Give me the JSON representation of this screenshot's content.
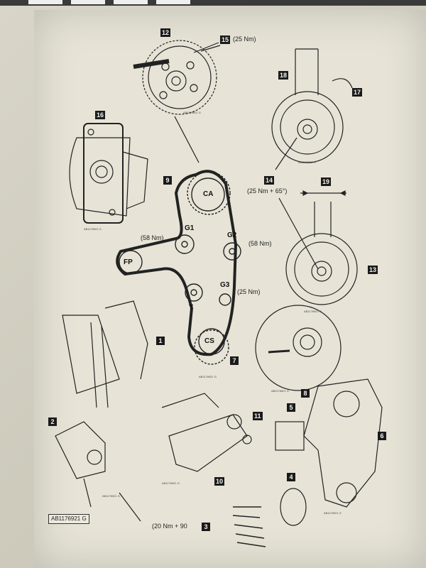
{
  "window": {
    "tabs": [
      "",
      "",
      "",
      ""
    ]
  },
  "callouts": [
    {
      "id": "c1",
      "label": "1"
    },
    {
      "id": "c2",
      "label": "2"
    },
    {
      "id": "c3",
      "label": "3"
    },
    {
      "id": "c4",
      "label": "4"
    },
    {
      "id": "c5",
      "label": "5"
    },
    {
      "id": "c6",
      "label": "6"
    },
    {
      "id": "c7",
      "label": "7"
    },
    {
      "id": "c8",
      "label": "8"
    },
    {
      "id": "c9",
      "label": "9"
    },
    {
      "id": "c10",
      "label": "10"
    },
    {
      "id": "c11",
      "label": "11"
    },
    {
      "id": "c12",
      "label": "12"
    },
    {
      "id": "c13",
      "label": "13"
    },
    {
      "id": "c14",
      "label": "14"
    },
    {
      "id": "c15",
      "label": "15"
    },
    {
      "id": "c16",
      "label": "16"
    },
    {
      "id": "c17",
      "label": "17"
    },
    {
      "id": "c18",
      "label": "18"
    },
    {
      "id": "c19",
      "label": "19"
    }
  ],
  "torques": {
    "t15": "(25 Nm)",
    "t14": "(25 Nm + 65°)",
    "tG1": "(58 Nm)",
    "tG2": "(58 Nm)",
    "tG3": "(25 Nm)",
    "t3": "(20 Nm + 90"
  },
  "pulleys": {
    "ca": "CA",
    "g1": "G1",
    "g2": "G2",
    "fp": "FP",
    "g3": "G3",
    "t": "T",
    "cs": "CS"
  },
  "refs": {
    "r1": "AB1176921 G",
    "r2": "AB1176921 G",
    "r3": "AB1176921 G",
    "r4": "AB1176921 G",
    "r5": "AB1176921 G",
    "r6": "AB1176921 G",
    "r7": "AB1176921 G",
    "r8": "AB1176921 G",
    "r9": "AB1176921 G"
  },
  "footer_ref": "AB1176921 G"
}
